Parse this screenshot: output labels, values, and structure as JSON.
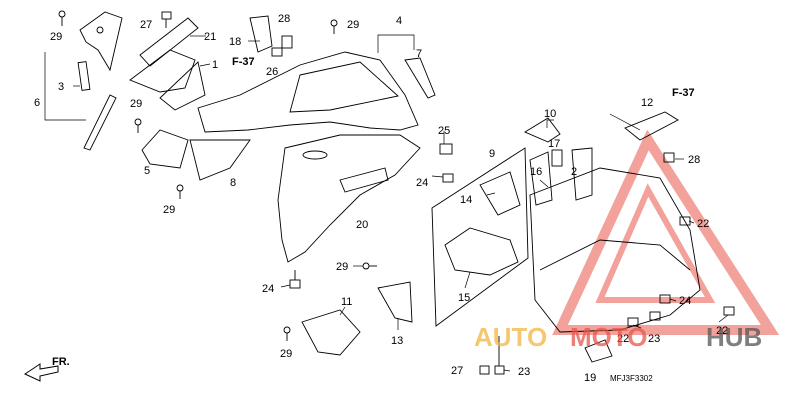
{
  "callouts": {
    "c29a": "29",
    "c27a": "27",
    "c21": "21",
    "c1": "1",
    "c3": "3",
    "c6": "6",
    "c29b": "29",
    "c28a": "28",
    "c18": "18",
    "c26": "26",
    "c29c": "29",
    "c4": "4",
    "c7": "7",
    "c5": "5",
    "c8": "8",
    "c29d": "29",
    "c25": "25",
    "c24a": "24",
    "c20": "20",
    "c24b": "24",
    "c29e": "29",
    "c11": "11",
    "c13": "13",
    "c29f": "29",
    "c9": "9",
    "c14": "14",
    "c15": "15",
    "c10": "10",
    "c17": "17",
    "c16": "16",
    "c2": "2",
    "c12": "12",
    "c28b": "28",
    "c22a": "22",
    "c24c": "24",
    "c22b": "22",
    "c22c": "22",
    "c23a": "23",
    "c19": "19",
    "c27b": "27",
    "c23b": "23"
  },
  "references": {
    "ref_left": "F-37",
    "ref_right": "F-37"
  },
  "front_indicator": "FR.",
  "diagram_code": "MFJ3F3302",
  "watermark": {
    "auto": "AUTO",
    "moto": "MOTO",
    "hub": "HUB",
    "auto_color": "#f2b640",
    "moto_color": "#e8564a",
    "hub_color": "#555555"
  }
}
